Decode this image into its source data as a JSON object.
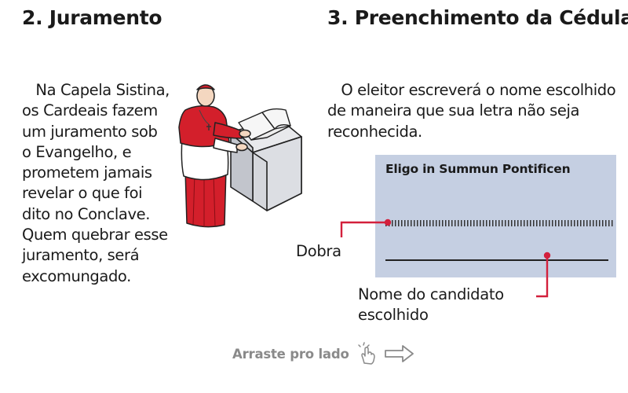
{
  "section2": {
    "title": "2. Juramento",
    "text": "Na Capela Sistina, os Cardeais fazem um juramento sob o Evangelho, e prometem jamais revelar o que foi dito no Conclave. Quem quebrar esse juramento, será excomungado."
  },
  "section3": {
    "title": "3. Preenchimento da Cédula",
    "text": "O eleitor escreverá o nome escolhido de maneira que sua letra não seja reconhecida.",
    "ballot": {
      "heading": "Eligo in Summun Pontificen",
      "fold_label": "Dobra",
      "name_label": "Nome do candidato escolhido"
    }
  },
  "footer": {
    "swipe_label": "Arraste pro lado",
    "icons": [
      "tap-hand-icon",
      "arrow-right-icon"
    ]
  },
  "colors": {
    "callout_red": "#d3203c",
    "cardinal_red": "#d31f2b",
    "ballot_blue": "#c5cfe2",
    "muted_gray": "#8a8a8a"
  }
}
